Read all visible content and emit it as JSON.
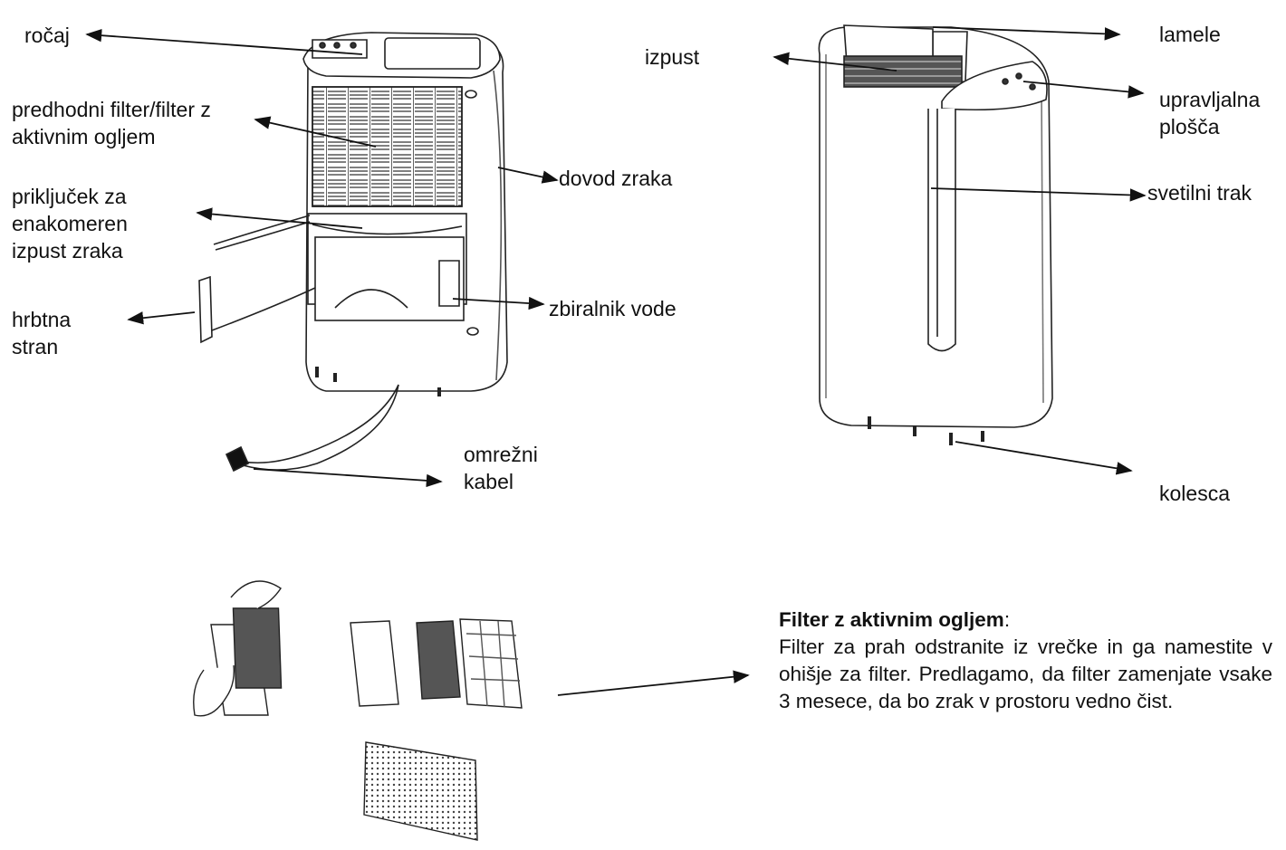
{
  "labels": {
    "rocaj": "ročaj",
    "predhodni_filter": [
      "predhodni filter/filter z",
      "aktivnim ogljem"
    ],
    "prikljucek": [
      "priključek za",
      "enakomeren",
      "izpust zraka"
    ],
    "hrbtna_stran": [
      "hrbtna",
      "stran"
    ],
    "dovod_zraka": "dovod zraka",
    "zbiralnik_vode": "zbiralnik vode",
    "omrezni_kabel": [
      "omrežni",
      "kabel"
    ],
    "izpust": "izpust",
    "lamele": "lamele",
    "upravljalna_plosca": [
      "upravljalna",
      "plošča"
    ],
    "svetilni_trak": "svetilni trak",
    "kolesca": "kolesca"
  },
  "filter_info": {
    "title": "Filter z aktivnim ogljem",
    "title_suffix": ":",
    "body": "Filter za prah odstranite iz vrečke in ga namestite v ohišje za filter. Predlagamo, da filter zamenjate vsake 3 mesece, da bo zrak v prostoru vedno čist."
  }
}
